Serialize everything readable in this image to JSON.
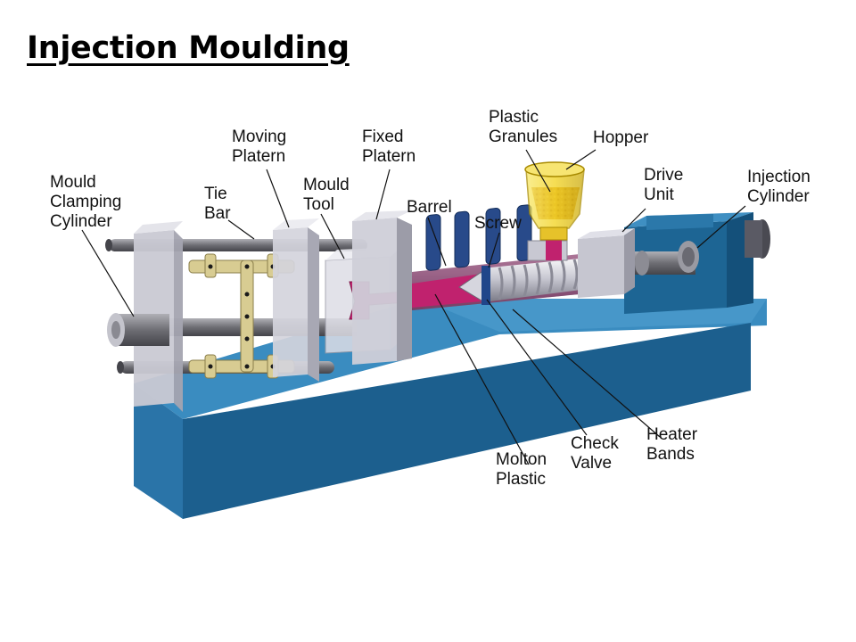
{
  "title": "Injection Moulding",
  "colors": {
    "base_front": "#1c5f8e",
    "base_top": "#2e7fb4",
    "platen": "#d9d9df",
    "barrel": "#a8a8b4",
    "molten_plastic": "#c0226e",
    "granules": "#f2d21a",
    "tie_bar": "#7a7a80",
    "clamp_links": "#d8cc92",
    "heater_bands": "#284a8a"
  },
  "labels": {
    "mould_clamping_cylinder": [
      "Mould",
      "Clamping",
      "Cylinder"
    ],
    "tie_bar": [
      "Tie",
      "Bar"
    ],
    "moving_platen": [
      "Moving",
      "Platern"
    ],
    "mould_tool": [
      "Mould",
      "Tool"
    ],
    "fixed_platen": [
      "Fixed",
      "Platern"
    ],
    "barrel": [
      "Barrel"
    ],
    "screw": [
      "Screw"
    ],
    "plastic_granules": [
      "Plastic",
      "Granules"
    ],
    "hopper": [
      "Hopper"
    ],
    "drive_unit": [
      "Drive",
      "Unit"
    ],
    "injection_cylinder": [
      "Injection",
      "Cylinder"
    ],
    "molton_plastic": [
      "Molton",
      "Plastic"
    ],
    "check_valve": [
      "Check",
      "Valve"
    ],
    "heater_bands": [
      "Heater",
      "Bands"
    ]
  }
}
